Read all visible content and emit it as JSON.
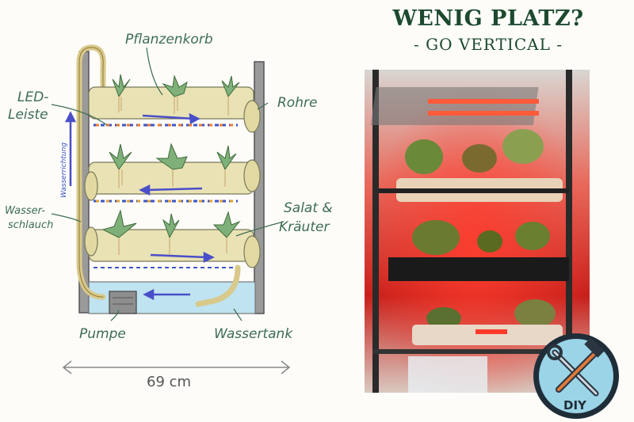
{
  "title": {
    "main": "WENIG PLATZ?",
    "sub": "- GO VERTICAL -"
  },
  "diagram": {
    "labels": {
      "basket": "Pflanzenkorb",
      "led_line1": "LED-",
      "led_line2": "Leiste",
      "pipes": "Rohre",
      "flow": "Wasserrichtung",
      "hose_line1": "Wasser-",
      "hose_line2": "schlauch",
      "plants_line1": "Salat &",
      "plants_line2": "Kräuter",
      "pump": "Pumpe",
      "tank": "Wassertank",
      "width": "69 cm"
    },
    "colors": {
      "pipe": "#e9e2b4",
      "water": "#bfe3f0",
      "arrow": "#4a4fc8",
      "label": "#3e6d52",
      "frame": "#6b6b6b"
    }
  },
  "photo": {
    "description_icon": "hydroponic-tower-photo"
  },
  "badge": {
    "text": "DIY",
    "icon": "wrench-hammer-icon"
  }
}
